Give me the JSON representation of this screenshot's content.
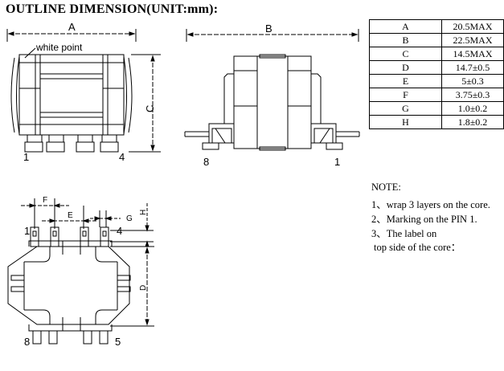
{
  "title": "OUTLINE DIMENSION(UNIT:mm):",
  "front_view": {
    "dim_label": "A",
    "height_label": "C",
    "marker_label": "white point",
    "pin_left": "1",
    "pin_right": "4"
  },
  "side_view": {
    "dim_label": "B",
    "pin_left": "8",
    "pin_right": "1"
  },
  "bottom_view": {
    "label_f": "F",
    "label_e": "E",
    "label_g": "G",
    "label_h": "H",
    "label_d": "D",
    "pin_top_left": "1",
    "pin_top_right": "4",
    "pin_bottom_left": "8",
    "pin_bottom_right": "5"
  },
  "dimension_table": [
    {
      "key": "A",
      "value": "20.5MAX"
    },
    {
      "key": "B",
      "value": "22.5MAX"
    },
    {
      "key": "C",
      "value": "14.5MAX"
    },
    {
      "key": "D",
      "value": "14.7±0.5"
    },
    {
      "key": "E",
      "value": "5±0.3"
    },
    {
      "key": "F",
      "value": "3.75±0.3"
    },
    {
      "key": "G",
      "value": "1.0±0.2"
    },
    {
      "key": "H",
      "value": "1.8±0.2"
    }
  ],
  "notes": {
    "heading": "NOTE:",
    "line1": "1、wrap 3 layers on the core.",
    "line2": "2、Marking on the  PIN 1.",
    "line3": "3、The label on",
    "line4": "top  side of  the core："
  }
}
